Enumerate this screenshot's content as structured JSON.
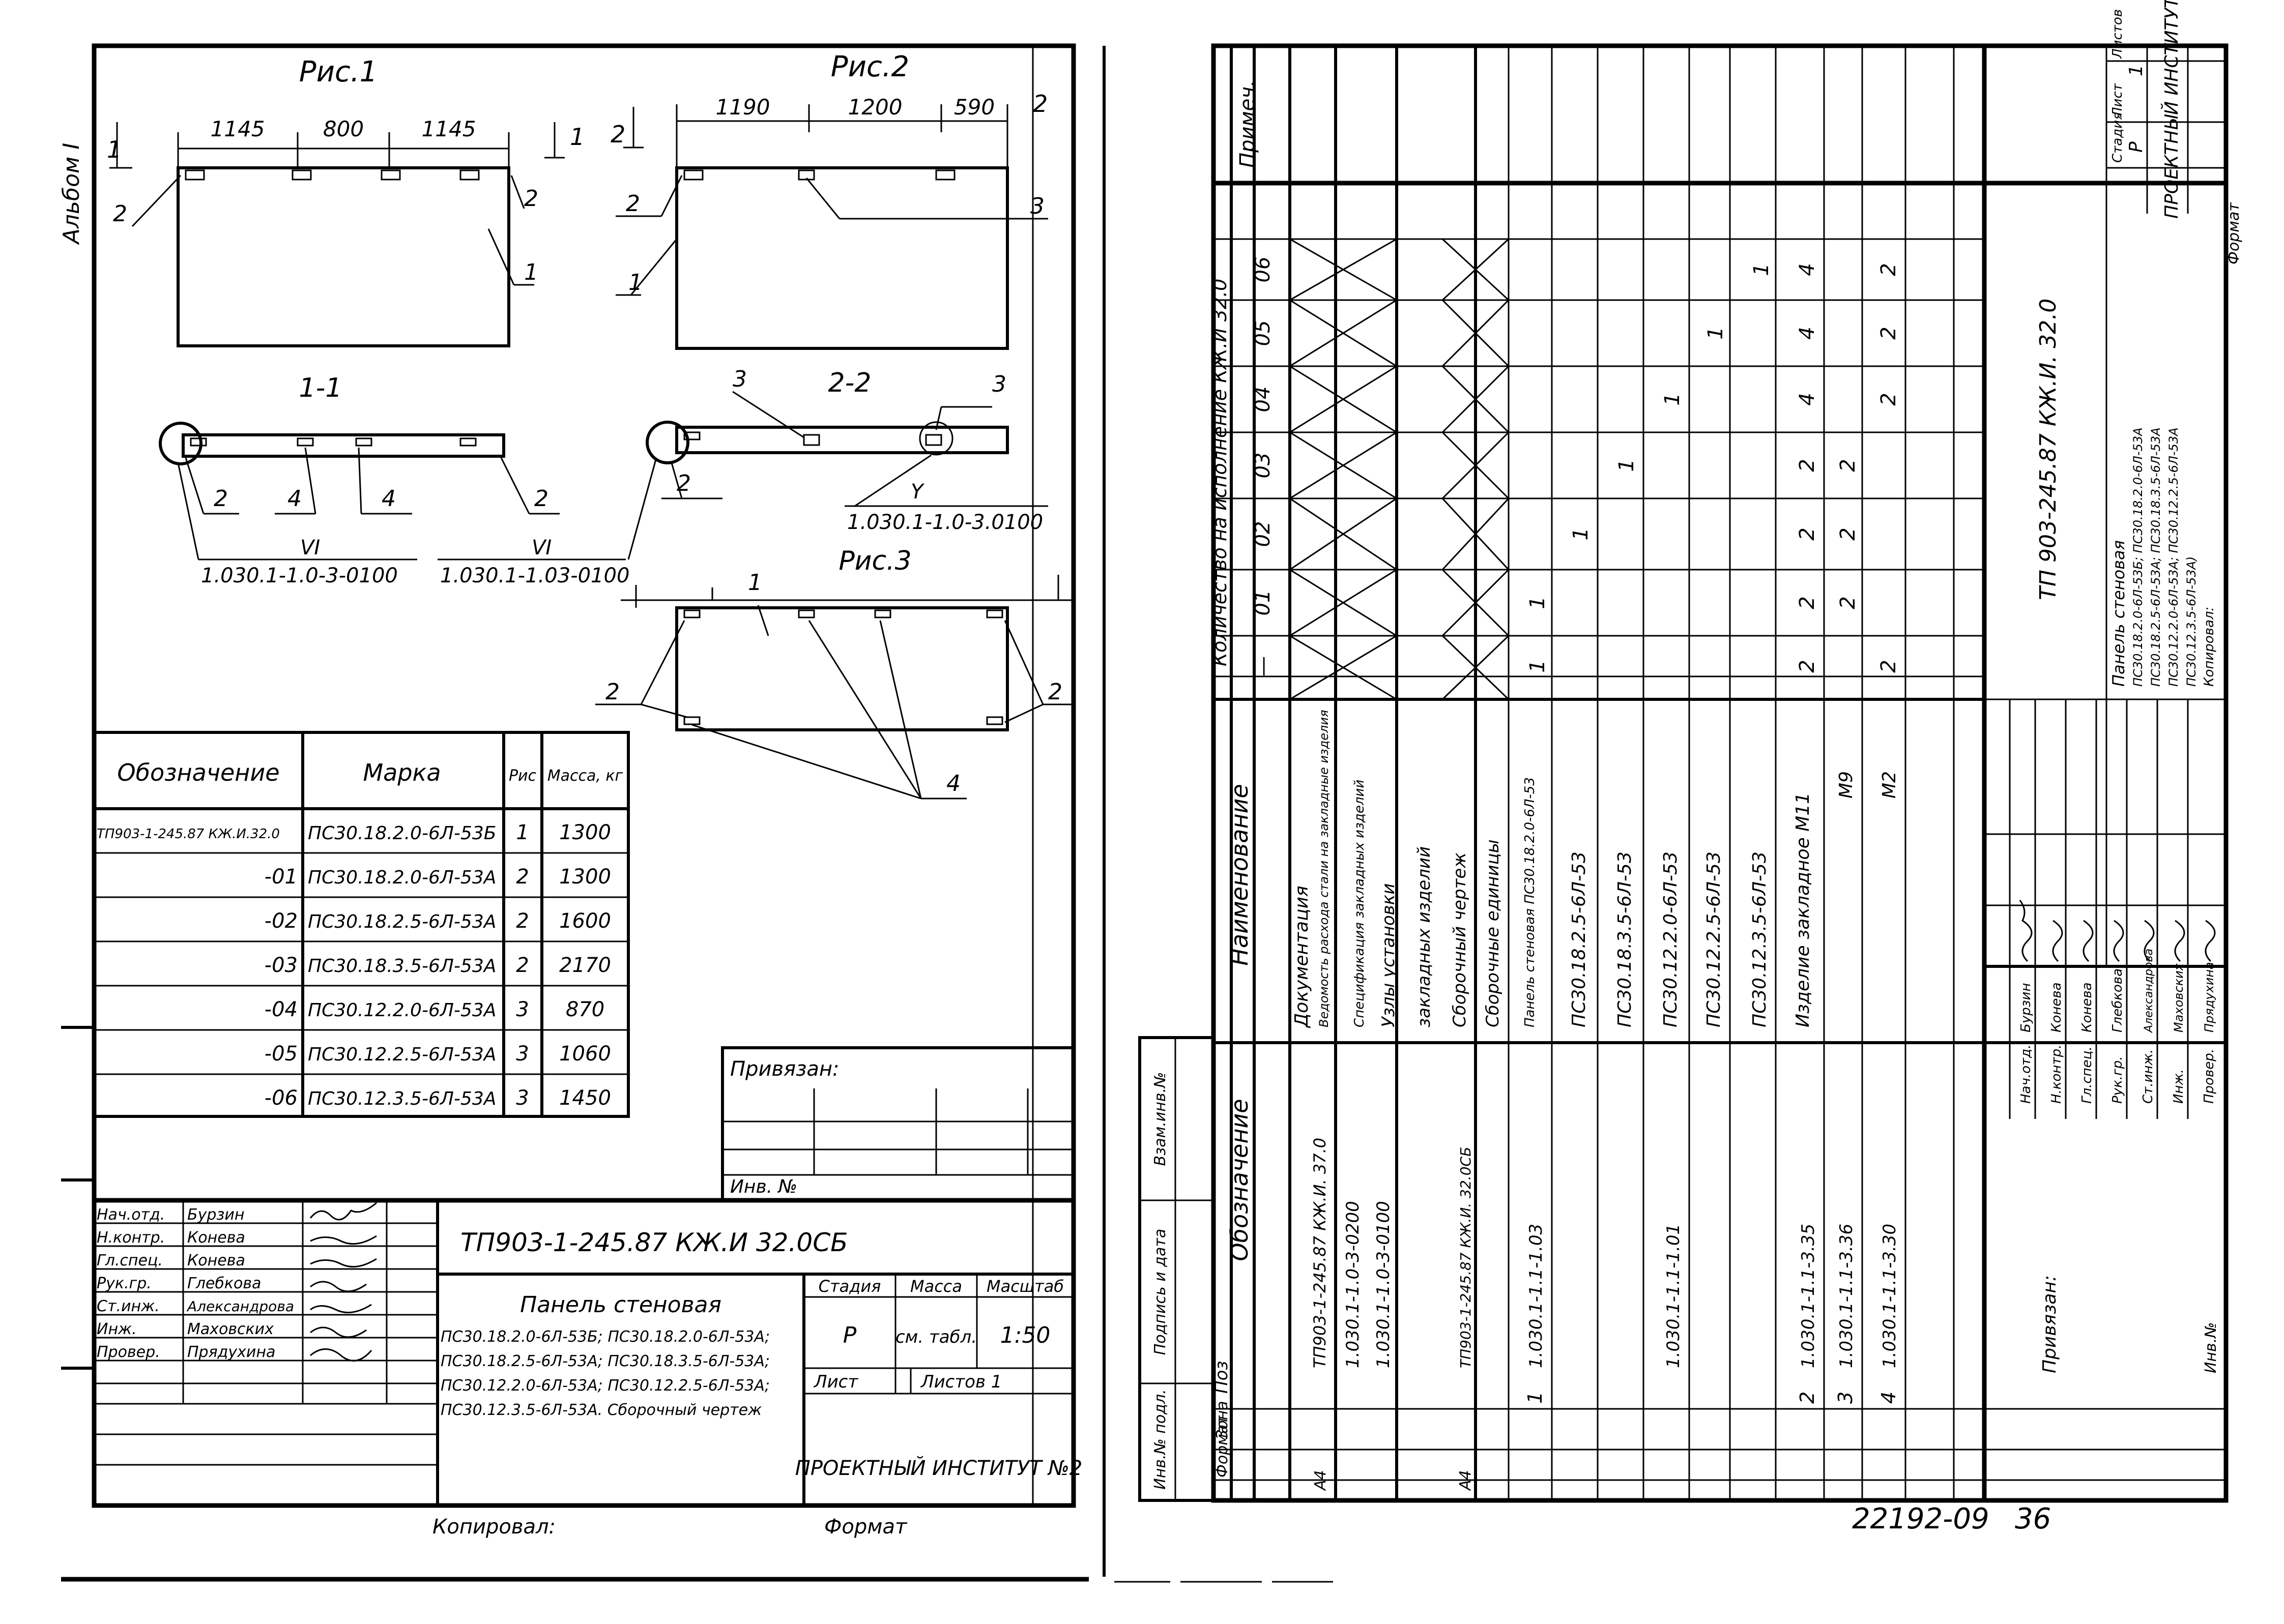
{
  "left": {
    "side_label": "Альбом I",
    "fig1": {
      "title": "Рис.1",
      "dims": [
        "1145",
        "800",
        "1145"
      ],
      "section_mark": "1",
      "callouts": [
        "2",
        "2",
        "1"
      ]
    },
    "fig2": {
      "title": "Рис.2",
      "dims": [
        "1190",
        "1200",
        "590"
      ],
      "section_mark": "2",
      "callouts": [
        "2",
        "3",
        "1",
        "2"
      ]
    },
    "sec11": {
      "title": "1-1",
      "callouts": [
        "2",
        "4",
        "4",
        "2"
      ],
      "ref_mark": "VI",
      "ref1": "1.030.1-1.0-3-0100",
      "ref2": "1.030.1-1.03-0100"
    },
    "sec22": {
      "title": "2-2",
      "callouts": [
        "3",
        "3",
        "2"
      ],
      "ref_mark": "Y",
      "ref": "1.030.1-1.0-3.0100"
    },
    "fig3": {
      "title": "Рис.3",
      "callouts": [
        "1",
        "2",
        "2",
        "4"
      ]
    },
    "table": {
      "headers": [
        "Обозначение",
        "Марка",
        "Рис",
        "Масса, кг"
      ],
      "rows": [
        {
          "oboz": "ТП903-1-245.87 КЖ.И.32.0",
          "marka": "ПС30.18.2.0-6Л-53Б",
          "ris": "1",
          "massa": "1300"
        },
        {
          "oboz": "-01",
          "marka": "ПС30.18.2.0-6Л-53А",
          "ris": "2",
          "massa": "1300"
        },
        {
          "oboz": "-02",
          "marka": "ПС30.18.2.5-6Л-53А",
          "ris": "2",
          "massa": "1600"
        },
        {
          "oboz": "-03",
          "marka": "ПС30.18.3.5-6Л-53А",
          "ris": "2",
          "massa": "2170"
        },
        {
          "oboz": "-04",
          "marka": "ПС30.12.2.0-6Л-53А",
          "ris": "3",
          "massa": "870"
        },
        {
          "oboz": "-05",
          "marka": "ПС30.12.2.5-6Л-53А",
          "ris": "3",
          "massa": "1060"
        },
        {
          "oboz": "-06",
          "marka": "ПС30.12.3.5-6Л-53А",
          "ris": "3",
          "massa": "1450"
        }
      ]
    },
    "privyazan": "Привязан:",
    "inv_no": "Инв. №",
    "stamp": {
      "roles": [
        {
          "role": "Нач.отд.",
          "name": "Бурзин"
        },
        {
          "role": "Н.контр.",
          "name": "Конева"
        },
        {
          "role": "Гл.спец.",
          "name": "Конева"
        },
        {
          "role": "Рук.гр.",
          "name": "Глебкова"
        },
        {
          "role": "Ст.инж.",
          "name": "Александрова"
        },
        {
          "role": "Инж.",
          "name": "Маховских"
        },
        {
          "role": "Провер.",
          "name": "Прядухина"
        }
      ],
      "code": "ТП903-1-245.87   КЖ.И 32.0СБ",
      "title": "Панель стеновая",
      "marks": [
        "ПС30.18.2.0-6Л-53Б; ПС30.18.2.0-6Л-53А;",
        "ПС30.18.2.5-6Л-53А; ПС30.18.3.5-6Л-53А;",
        "ПС30.12.2.0-6Л-53А; ПС30.12.2.5-6Л-53А;",
        "ПС30.12.3.5-6Л-53А. Сборочный чертеж"
      ],
      "stadiya_label": "Стадия",
      "massa_label": "Масса",
      "masshtab_label": "Масштаб",
      "stadiya": "Р",
      "massa": "см. табл.",
      "masshtab": "1:50",
      "list_label": "Лист",
      "listov_label": "Листов 1",
      "institute": "ПРОЕКТНЫЙ ИНСТИТУТ №2"
    },
    "kopiroval": "Копировал:",
    "format": "Формат"
  },
  "right": {
    "headers": {
      "format": "Формат",
      "zona": "Зона",
      "poz": "Поз",
      "oboz": "Обозначение",
      "naim": "Наименование",
      "qty_group": "Количество на исполнение КЖ.И 32.0",
      "prim": "Примеч."
    },
    "variants": [
      "—",
      "01",
      "02",
      "03",
      "04",
      "05",
      "06"
    ],
    "rows": [
      {
        "format": "",
        "poz": "",
        "oboz": "",
        "naim": "",
        "qty": [
          "",
          "",
          "",
          "",
          "",
          "",
          ""
        ],
        "kind": "blank"
      },
      {
        "format": "А4",
        "poz": "",
        "oboz": "ТП903-1-245.87 КЖ.И. 37.0",
        "naim": "Документация",
        "qty": [
          "",
          "",
          "",
          "",
          "",
          "",
          ""
        ],
        "kind": "x",
        "underline": true
      },
      {
        "format": "",
        "poz": "",
        "oboz": "1.030.1-1.0-3-0200",
        "naim": "Ведомость расхода стали на закладные изделия",
        "qty": [
          "",
          "",
          "",
          "",
          "",
          "",
          ""
        ],
        "kind": "x"
      },
      {
        "format": "",
        "poz": "",
        "oboz": "1.030.1-1.0-3-0100",
        "naim": "Спецификация закладных изделий",
        "qty": [
          "",
          "",
          "",
          "",
          "",
          "",
          ""
        ],
        "kind": "x"
      },
      {
        "format": "",
        "poz": "",
        "oboz": "",
        "naim": "Узлы установки",
        "qty": [
          "",
          "",
          "",
          "",
          "",
          "",
          ""
        ],
        "kind": "x"
      },
      {
        "format": "",
        "poz": "",
        "oboz": "",
        "naim": "закладных изделий",
        "qty": [
          "",
          "",
          "",
          "",
          "",
          "",
          ""
        ],
        "kind": "x"
      },
      {
        "format": "А4",
        "poz": "",
        "oboz": "ТП903-1-245.87 КЖ.И. 32.0СБ",
        "naim": "Сборочный чертеж",
        "qty": [
          "",
          "",
          "",
          "",
          "",
          "",
          ""
        ],
        "kind": "x"
      },
      {
        "format": "",
        "poz": "",
        "oboz": "",
        "naim": "Сборочные единицы",
        "qty": [
          "",
          "",
          "",
          "",
          "",
          "",
          ""
        ],
        "kind": "blank",
        "underline": true
      },
      {
        "format": "",
        "poz": "1",
        "oboz": "1.030.1-1.1-1.03",
        "naim": "Панель стеновая ПС30.18.2.0-6Л-53",
        "qty": [
          "1",
          "1",
          "",
          "",
          "",
          "",
          ""
        ],
        "kind": "blank"
      },
      {
        "format": "",
        "poz": "",
        "oboz": "",
        "naim": "ПС30.18.2.5-6Л-53",
        "qty": [
          "",
          "",
          "1",
          "",
          "",
          "",
          ""
        ],
        "kind": "blank"
      },
      {
        "format": "",
        "poz": "",
        "oboz": "",
        "naim": "ПС30.18.3.5-6Л-53",
        "qty": [
          "",
          "",
          "",
          "1",
          "",
          "",
          ""
        ],
        "kind": "blank"
      },
      {
        "format": "",
        "poz": "",
        "oboz": "1.030.1-1.1-1.01",
        "naim": "ПС30.12.2.0-6Л-53",
        "qty": [
          "",
          "",
          "",
          "",
          "1",
          "",
          ""
        ],
        "kind": "blank"
      },
      {
        "format": "",
        "poz": "",
        "oboz": "",
        "naim": "ПС30.12.2.5-6Л-53",
        "qty": [
          "",
          "",
          "",
          "",
          "",
          "1",
          ""
        ],
        "kind": "blank"
      },
      {
        "format": "",
        "poz": "",
        "oboz": "",
        "naim": "ПС30.12.3.5-6Л-53",
        "qty": [
          "",
          "",
          "",
          "",
          "",
          "",
          "1"
        ],
        "kind": "blank"
      },
      {
        "format": "",
        "poz": "2",
        "oboz": "1.030.1-1.1-3.35",
        "naim": "Изделие закладное М11",
        "qty": [
          "2",
          "2",
          "2",
          "2",
          "4",
          "4",
          "4"
        ],
        "kind": "blank"
      },
      {
        "format": "",
        "poz": "3",
        "oboz": "1.030.1-1.1-3.36",
        "naim": "М9",
        "qty": [
          "",
          "2",
          "2",
          "2",
          "",
          "",
          ""
        ],
        "kind": "blank"
      },
      {
        "format": "",
        "poz": "4",
        "oboz": "1.030.1-1.1-3.30",
        "naim": "М2",
        "qty": [
          "2",
          "",
          "",
          "",
          "2",
          "2",
          "2"
        ],
        "kind": "blank"
      }
    ],
    "side_fields": [
      "Инв.№ подл.",
      "Подпись и дата",
      "Взам.инв.№"
    ],
    "stamp": {
      "roles": [
        {
          "role": "Нач.отд.",
          "name": "Бурзин"
        },
        {
          "role": "Н.контр.",
          "name": "Конева"
        },
        {
          "role": "Гл.спец.",
          "name": "Конева"
        },
        {
          "role": "Рук.гр.",
          "name": "Глебкова"
        },
        {
          "role": "Ст.инж.",
          "name": "Александрова"
        },
        {
          "role": "Инж.",
          "name": "Маховских"
        },
        {
          "role": "Провер.",
          "name": "Прядухина"
        }
      ],
      "code": "ТП 903-245.87   КЖ.И. 32.0",
      "title": "Панель стеновая",
      "marks": [
        "ПС30.18.2.0-6Л-53Б; ПС30.18.2.0-6Л-53А",
        "ПС30.18.2.5-6Л-53А; ПС30.18.3.5-6Л-53А",
        "ПС30.12.2.0-6Л-53А; ПС30.12.2.5-6Л-53А",
        "ПС30.12.3.5-6Л-53А)"
      ],
      "stadiya_label": "Стадия",
      "list_label": "Лист",
      "listov_label": "Листов",
      "stadiya": "Р",
      "listov": "1",
      "institute": "ПРОЕКТНЫЙ ИНСТИТУТ №2",
      "kopiroval": "Копировал:",
      "format": "Формат",
      "privyazan": "Привязан:",
      "inv_no": "Инв.№"
    },
    "footer_code": "22192-09",
    "footer_page": "36"
  }
}
